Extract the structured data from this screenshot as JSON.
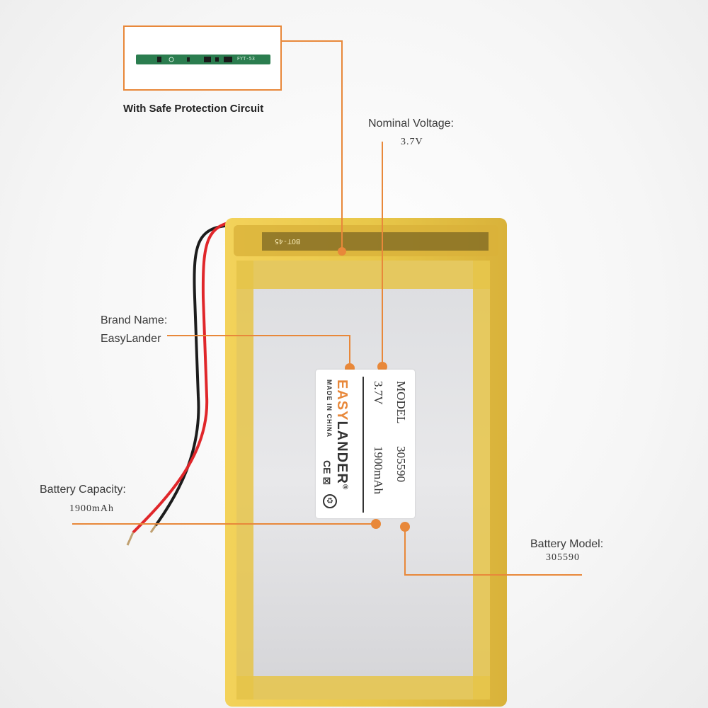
{
  "colors": {
    "accent": "#e8883a",
    "pcb_green": "#2b7d4f",
    "battery_yellow": "#e9c84a",
    "battery_silver": "#d9d9dc"
  },
  "pcb_inset": {
    "chip_text": "FYT-53",
    "caption": "With Safe Protection Circuit"
  },
  "callouts": {
    "voltage": {
      "label": "Nominal Voltage:",
      "value": "3.7V"
    },
    "brand": {
      "label": "Brand Name:",
      "value": "EasyLander"
    },
    "capacity": {
      "label": "Battery  Capacity:",
      "value": "1900mAh"
    },
    "model": {
      "label": "Battery Model:",
      "value": "305590"
    }
  },
  "sticker": {
    "brand_easy": "EASY",
    "brand_lander": "LANDER",
    "registered": "®",
    "made_in": "MADE IN CHINA",
    "marks": "CE ⊠",
    "model_label": "MODEL",
    "model_value": "305590",
    "voltage": "3.7V",
    "capacity": "1900mAh"
  },
  "battery_pcb_text": "BOT-45"
}
